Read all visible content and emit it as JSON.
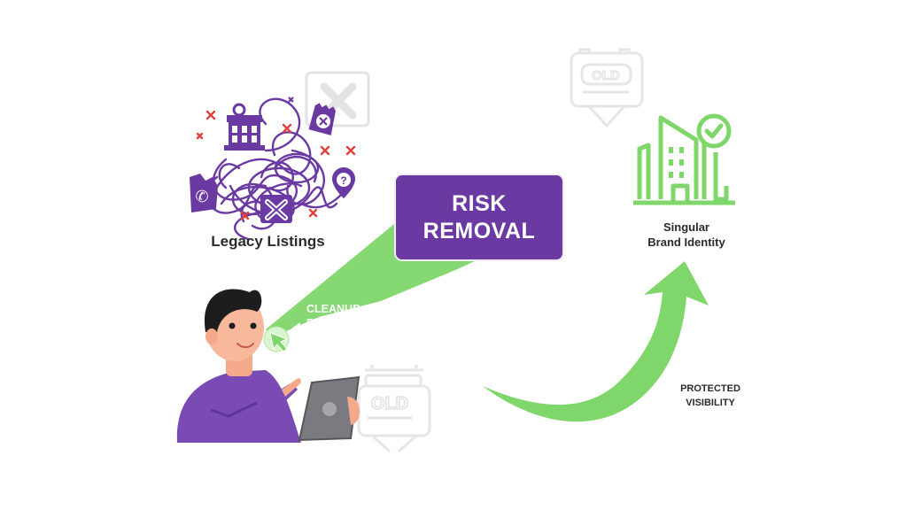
{
  "diagram": {
    "legacy": {
      "label": "Legacy Listings"
    },
    "center": {
      "title_line1": "RISK",
      "title_line2": "REMOVAL"
    },
    "beam": {
      "line1": "CLEANUP",
      "line2": "PROCESS"
    },
    "outcome": {
      "line1": "Singular",
      "line2": "Brand Identity"
    },
    "arrow": {
      "line1": "PROTECTED",
      "line2": "VISIBILITY"
    },
    "signs": {
      "old_text": "OLD",
      "faded_old_text": "OLD"
    }
  },
  "colors": {
    "purple": "#6a3aa2",
    "green": "#7fd66a",
    "red": "#e0413d",
    "text_dark": "#2b2b2b",
    "faded": "#e4e4e4"
  }
}
